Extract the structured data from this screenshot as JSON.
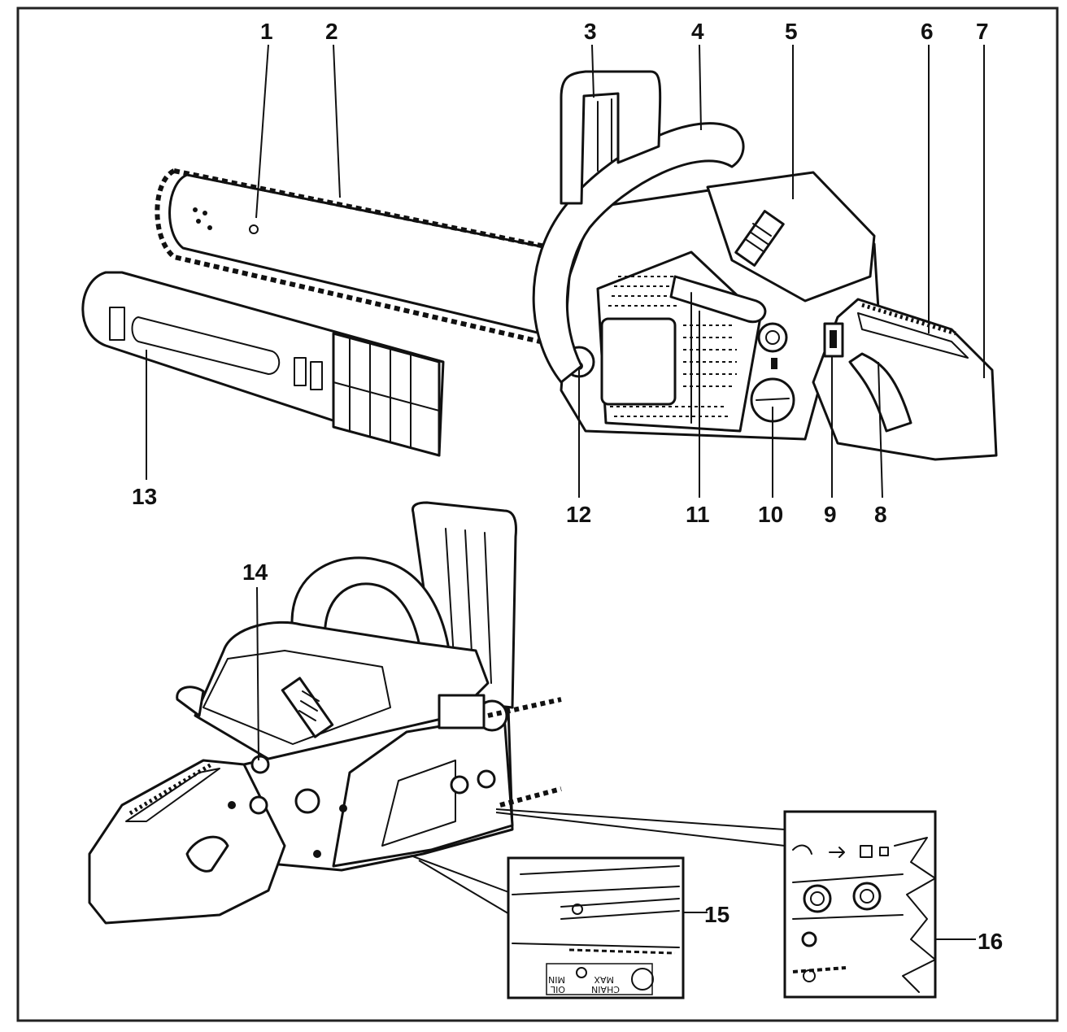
{
  "callouts": {
    "c1": "1",
    "c2": "2",
    "c3": "3",
    "c4": "4",
    "c5": "5",
    "c6": "6",
    "c7": "7",
    "c8": "8",
    "c9": "9",
    "c10": "10",
    "c11": "11",
    "c12": "12",
    "c13": "13",
    "c14": "14",
    "c15": "15",
    "c16": "16"
  },
  "inset15_text": [
    "MIN",
    "OIL",
    "MAX",
    "CHAIN"
  ]
}
